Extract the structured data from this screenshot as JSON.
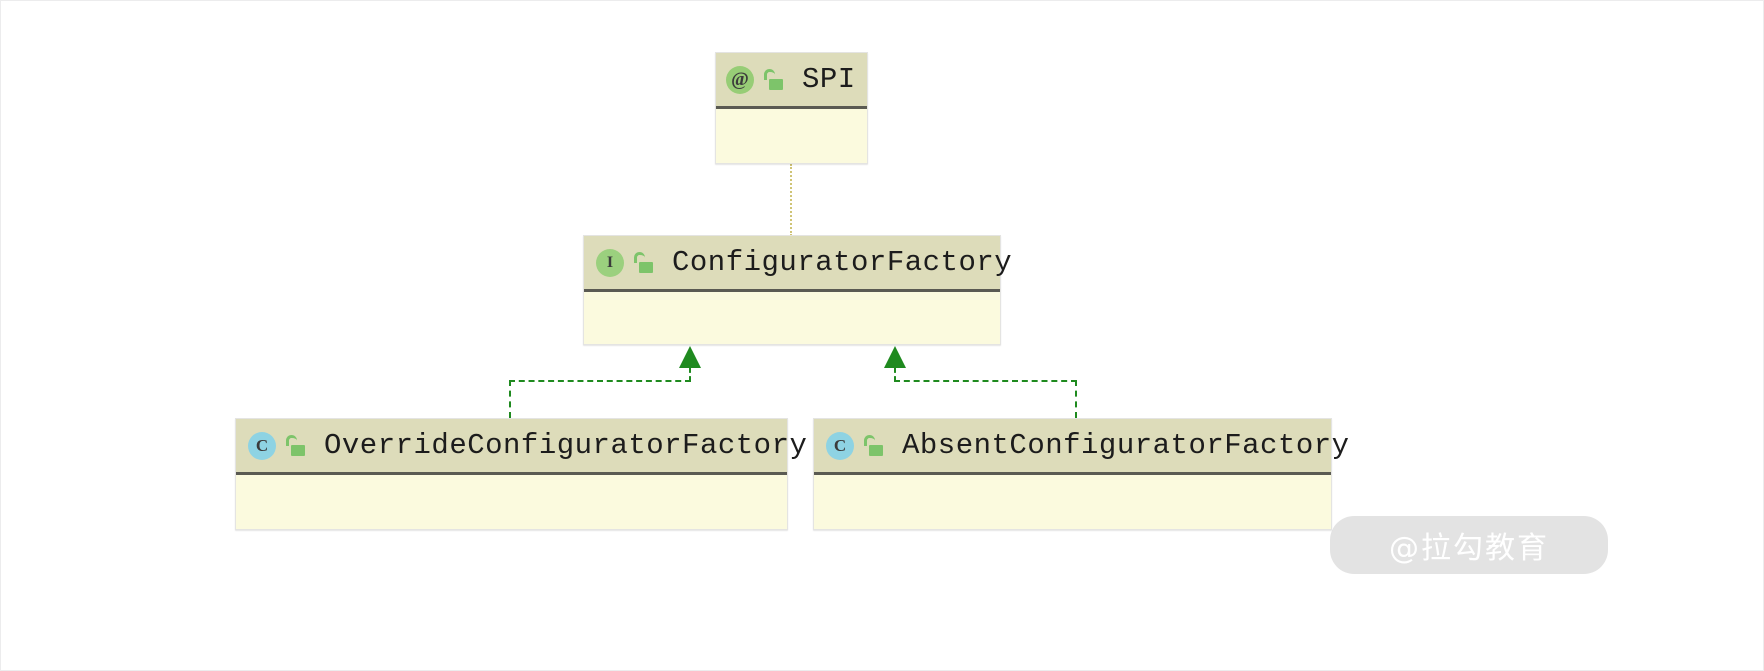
{
  "diagram": {
    "kind": "uml-class-diagram",
    "background_color": "#ffffff",
    "header_color": "#dddcba",
    "body_color": "#fbfade",
    "realization_color": "#1f8a1f",
    "annotation_link_color": "#cfc476"
  },
  "nodes": {
    "spi": {
      "name": "SPI",
      "stereotype": "annotation",
      "icon_glyph": "@",
      "icon_name": "annotation-type-icon",
      "visibility_icon": "public-unlock-icon",
      "icon_color": "#97cd76"
    },
    "configurator_factory": {
      "name": "ConfiguratorFactory",
      "stereotype": "interface",
      "icon_glyph": "I",
      "icon_name": "interface-type-icon",
      "visibility_icon": "public-unlock-icon",
      "icon_color": "#9bd07e"
    },
    "override_configurator_factory": {
      "name": "OverrideConfiguratorFactory",
      "stereotype": "class",
      "icon_glyph": "C",
      "icon_name": "class-type-icon",
      "visibility_icon": "public-unlock-icon",
      "icon_color": "#8ed3e3"
    },
    "absent_configurator_factory": {
      "name": "AbsentConfiguratorFactory",
      "stereotype": "class",
      "icon_glyph": "C",
      "icon_name": "class-type-icon",
      "visibility_icon": "public-unlock-icon",
      "icon_color": "#8ed3e3"
    }
  },
  "edges": [
    {
      "from": "spi",
      "to": "configurator_factory",
      "style": "dotted",
      "type": "annotation-usage",
      "arrow": "none"
    },
    {
      "from": "override_configurator_factory",
      "to": "configurator_factory",
      "style": "dashed",
      "type": "realization",
      "arrow": "hollow-triangle-filled"
    },
    {
      "from": "absent_configurator_factory",
      "to": "configurator_factory",
      "style": "dashed",
      "type": "realization",
      "arrow": "hollow-triangle-filled"
    }
  ],
  "watermark": {
    "text": "@拉勾教育"
  }
}
